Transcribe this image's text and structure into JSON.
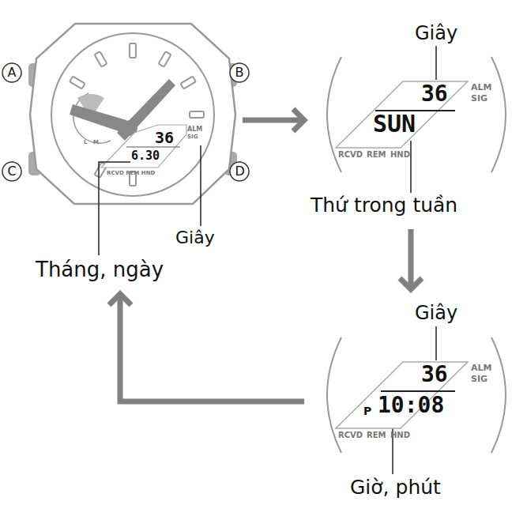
{
  "diagram": {
    "nodes": [
      {
        "text": [
          "36",
          "6.30",
          "ALM",
          "SIG",
          "RCVD REM HND",
          "Giây",
          "Tháng, ngày"
        ]
      },
      {
        "text": [
          "Giây",
          "36",
          "SUN",
          "ALM",
          "SIG",
          "RCVD",
          "REM",
          "HND",
          "Thứ trong tuần"
        ]
      },
      {
        "text": [
          "Giây",
          "36",
          "P",
          "10:08",
          "ALM",
          "SIG",
          "RCVD",
          "REM",
          "HND",
          "Giờ, phút"
        ]
      }
    ],
    "edges": [
      {
        "from": 0,
        "to": 1,
        "arrow": "to"
      },
      {
        "from": 1,
        "to": 2,
        "arrow": "to"
      },
      {
        "from": 2,
        "to": 0,
        "arrow": "to"
      }
    ],
    "labels": [
      "A",
      "B",
      "C",
      "D",
      "L",
      "M"
    ]
  }
}
